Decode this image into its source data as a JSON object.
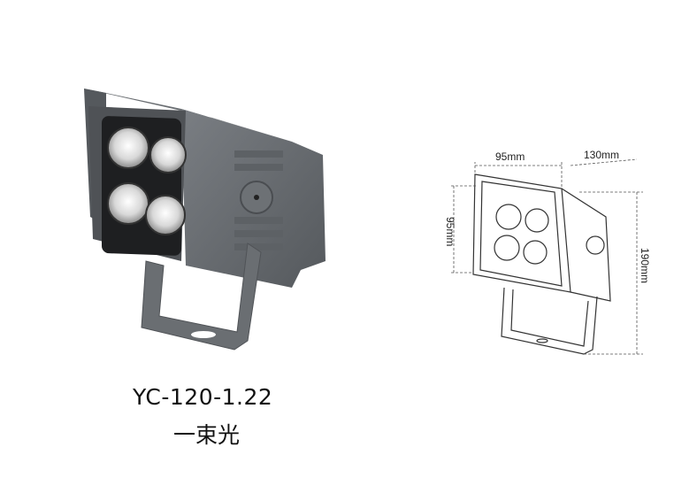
{
  "product": {
    "model_code": "YC-120-1.22",
    "model_name": "一束光"
  },
  "dimensions": {
    "width_label": "95mm",
    "depth_label": "130mm",
    "height_label": "95mm",
    "total_height_label": "190mm"
  },
  "colors": {
    "housing": "#6e7277",
    "housing_dark": "#4a4d51",
    "lens": "#dcdcdc"
  }
}
